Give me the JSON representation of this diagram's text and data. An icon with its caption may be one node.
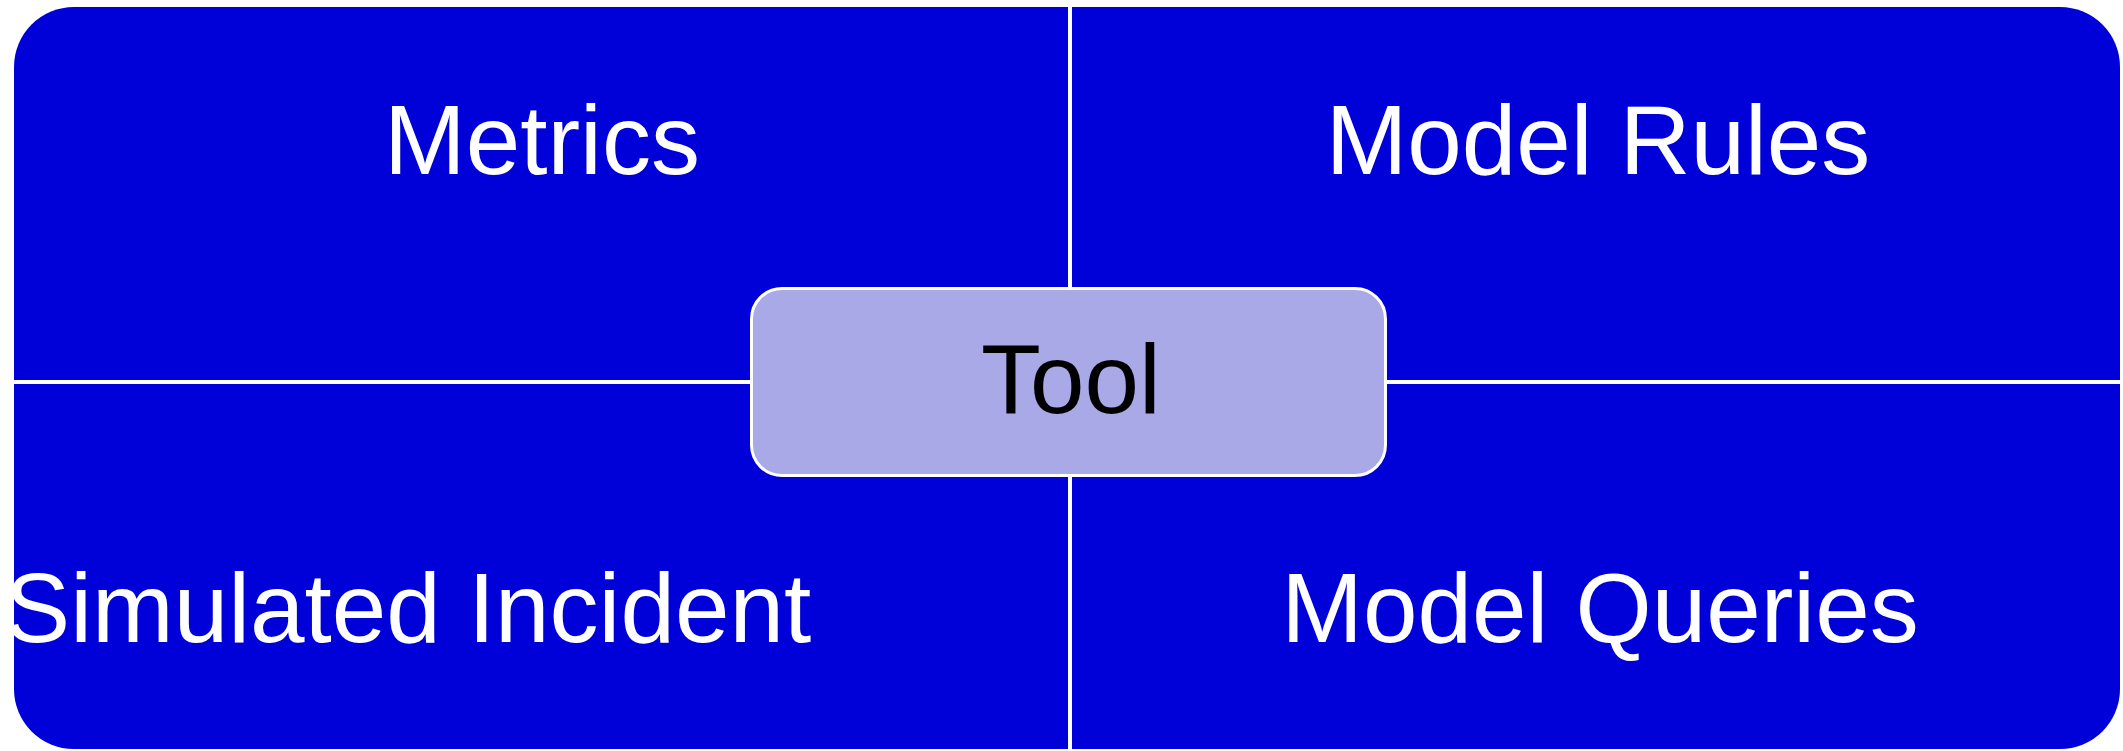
{
  "diagram": {
    "nodes": [
      {
        "text": [
          "Metrics"
        ]
      },
      {
        "text": [
          "Model Rules"
        ]
      },
      {
        "text": [
          "Simulated Incident"
        ]
      },
      {
        "text": [
          "Model Queries"
        ]
      },
      {
        "text": [
          "Tool"
        ]
      }
    ]
  }
}
